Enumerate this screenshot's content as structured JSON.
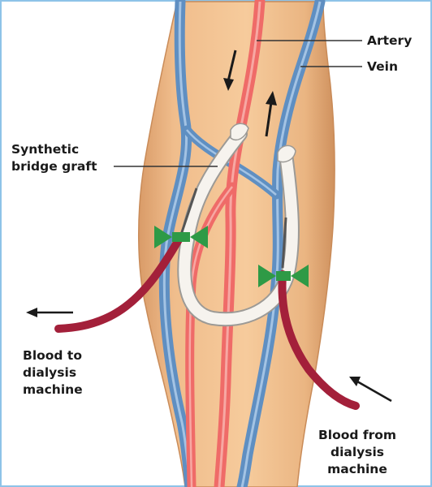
{
  "labels": {
    "artery": "Artery",
    "vein": "Vein",
    "graft": [
      "Synthetic",
      "bridge graft"
    ],
    "blood_to": [
      "Blood to",
      "dialysis",
      "machine"
    ],
    "blood_from": [
      "Blood from",
      "dialysis",
      "machine"
    ]
  },
  "colors": {
    "background": "#ffffff",
    "border": "#8ec3e8",
    "skin": "#f2c08f",
    "skin_shadow": "#dba273",
    "artery": "#ef6b68",
    "artery_highlight": "#f7a8a3",
    "vein": "#5f8fc2",
    "vein_highlight": "#a3c3e4",
    "graft": "#f6f3ee",
    "tubing": "#a3203a",
    "clamp": "#2e9a46",
    "leader": "#333333",
    "arrow": "#1a1a1a"
  }
}
